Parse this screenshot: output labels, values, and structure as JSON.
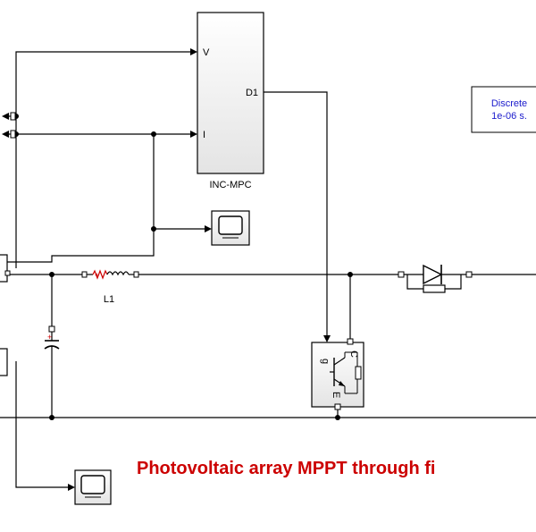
{
  "diagram": {
    "mppt_block": {
      "name": "INC-MPC",
      "port_v": "V",
      "port_i": "I",
      "port_d1": "D1"
    },
    "powergui": {
      "line1": "Discrete",
      "line2": "1e-06 s."
    },
    "inductor_label": "L1",
    "igbt_ports": {
      "g": "g",
      "c": "C",
      "e": "E"
    },
    "title": "Photovoltaic array MPPT through fi"
  }
}
